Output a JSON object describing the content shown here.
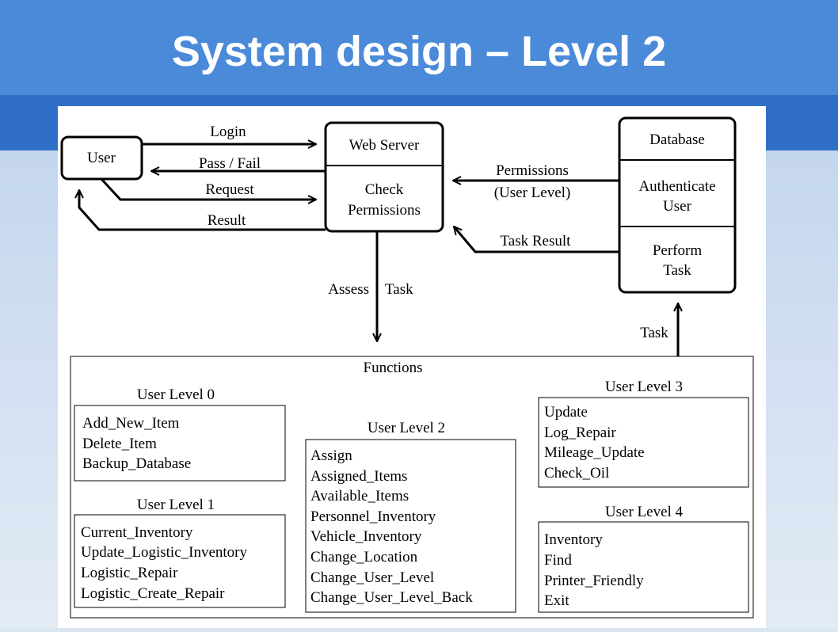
{
  "slide": {
    "title": "System design – Level 2"
  },
  "colors": {
    "title_band": "#4a8ad9",
    "band_dark": "#2f6fc8",
    "background": "#dbe6f3",
    "panel": "#ffffff"
  },
  "nodes": {
    "user": "User",
    "web_server": "Web Server",
    "check_permissions": [
      "Check",
      "Permissions"
    ],
    "database": "Database",
    "authenticate_user": [
      "Authenticate",
      "User"
    ],
    "perform_task": [
      "Perform",
      "Task"
    ]
  },
  "edges": {
    "login": "Login",
    "pass_fail": "Pass / Fail",
    "request": "Request",
    "result": "Result",
    "permissions": [
      "Permissions",
      "(User Level)"
    ],
    "task_result": "Task Result",
    "assess": "Assess",
    "assess_task": "Task",
    "task": "Task"
  },
  "functions": {
    "title": "Functions",
    "levels": [
      {
        "title": "User Level 0",
        "items": [
          "Add_New_Item",
          "Delete_Item",
          "Backup_Database"
        ]
      },
      {
        "title": "User Level 1",
        "items": [
          "Current_Inventory",
          "Update_Logistic_Inventory",
          "Logistic_Repair",
          "Logistic_Create_Repair"
        ]
      },
      {
        "title": "User Level 2",
        "items": [
          "Assign",
          "Assigned_Items",
          "Available_Items",
          "Personnel_Inventory",
          "Vehicle_Inventory",
          "Change_Location",
          "Change_User_Level",
          "Change_User_Level_Back"
        ]
      },
      {
        "title": "User Level 3",
        "items": [
          "Update",
          "Log_Repair",
          "Mileage_Update",
          "Check_Oil"
        ]
      },
      {
        "title": "User Level 4",
        "items": [
          "Inventory",
          "Find",
          "Printer_Friendly",
          "Exit"
        ]
      }
    ]
  }
}
